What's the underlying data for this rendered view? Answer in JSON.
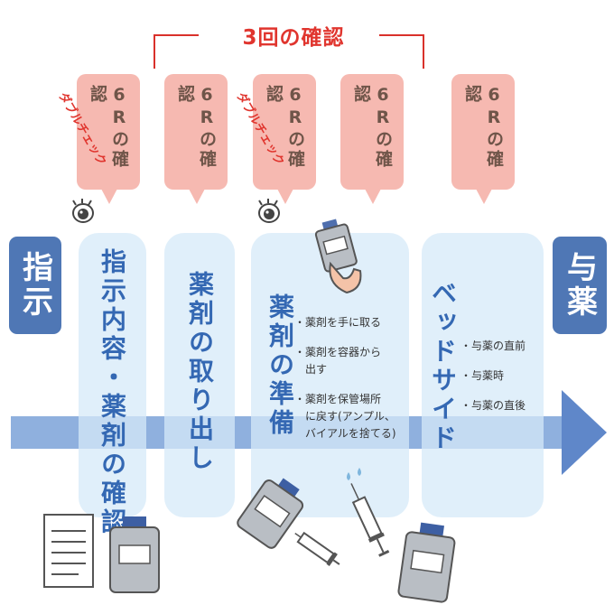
{
  "bracket": {
    "title": "3回の確認"
  },
  "balloons": [
    {
      "label": "6Rの確認"
    },
    {
      "label": "6Rの確認"
    },
    {
      "label": "6Rの確認"
    },
    {
      "label": "6Rの確認"
    },
    {
      "label": "6Rの確認"
    }
  ],
  "double_check": [
    "ダブルチェック",
    "ダブルチェック"
  ],
  "start_label": "指示",
  "end_label": "与薬",
  "stages": [
    {
      "title": "指示内容・薬剤の確認",
      "bullets": []
    },
    {
      "title": "薬剤の取り出し",
      "bullets": []
    },
    {
      "title": "薬剤の準備",
      "bullets": [
        "・薬剤を手に取る",
        "・薬剤を容器から\n　出す",
        "・薬剤を保管場所\n　に戻す(アンプル、\n　バイアルを捨てる)"
      ]
    },
    {
      "title": "ベッドサイド",
      "bullets": [
        "・与薬の直前",
        "・与薬時",
        "・与薬の直後"
      ]
    }
  ],
  "colors": {
    "balloon": "#f6b9b1",
    "accent_red": "#e0352e",
    "label_blue": "#4f77b5",
    "arrow": "#8fb0de",
    "column": "#d6eaf8"
  },
  "icons": [
    "eye-icon",
    "eye-icon",
    "vial-in-hand-icon",
    "document-icon",
    "vial-icon",
    "vial-icon",
    "syringe-icon",
    "syringe-icon",
    "vial-icon"
  ]
}
